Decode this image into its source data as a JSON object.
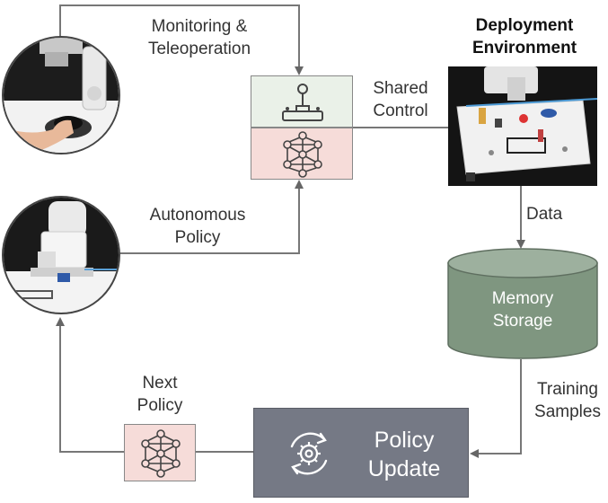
{
  "labels": {
    "monitoring_line1": "Monitoring &",
    "monitoring_line2": "Teleoperation",
    "shared_line1": "Shared",
    "shared_line2": "Control",
    "deploy_line1": "Deployment",
    "deploy_line2": "Environment",
    "data": "Data",
    "autonomous_line1": "Autonomous",
    "autonomous_line2": "Policy",
    "memory_line1": "Memory",
    "memory_line2": "Storage",
    "training_line1": "Training",
    "training_line2": "Samples",
    "next_line1": "Next",
    "next_line2": "Policy",
    "update_line1": "Policy",
    "update_line2": "Update"
  },
  "icons": {
    "joystick": "joystick-icon",
    "network": "neural-network-icon",
    "refresh_gear": "refresh-gear-icon"
  },
  "colors": {
    "teleop_box": "#eaf1e8",
    "policy_box": "#f6dcd9",
    "next_policy_box": "#f6dcd9",
    "memory_cylinder": "#7f9680",
    "update_box": "#757985",
    "arrow": "#666666"
  }
}
